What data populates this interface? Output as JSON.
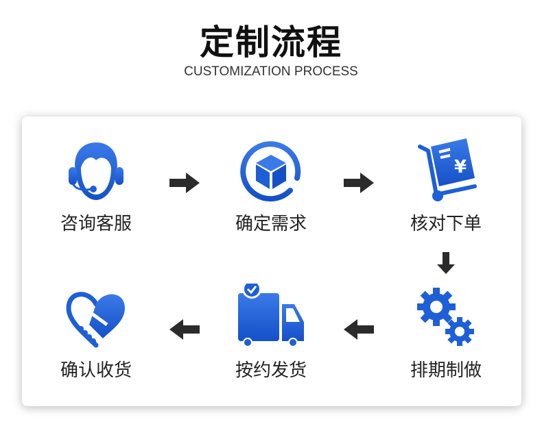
{
  "header": {
    "title": "定制流程",
    "subtitle": "CUSTOMIZATION PROCESS"
  },
  "colors": {
    "accent": "#1e5fd8",
    "arrow": "#2b2b2b"
  },
  "steps": [
    {
      "label": "咨询客服",
      "icon": "customer-service-headset-icon"
    },
    {
      "label": "确定需求",
      "icon": "box-icon"
    },
    {
      "label": "核对下单",
      "icon": "order-cart-icon"
    },
    {
      "label": "排期制做",
      "icon": "gears-icon"
    },
    {
      "label": "按约发货",
      "icon": "delivery-truck-icon"
    },
    {
      "label": "确认收货",
      "icon": "handshake-heart-icon"
    }
  ]
}
